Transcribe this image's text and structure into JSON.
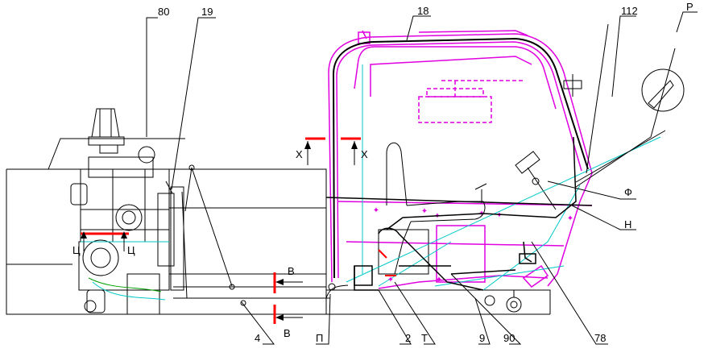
{
  "callouts": {
    "c80": "80",
    "c19": "19",
    "c18": "18",
    "c112": "112",
    "cP": "Р",
    "cPhi": "Ф",
    "cH": "Н",
    "cB_top": "В",
    "cB_bottom": "В",
    "cX_left": "Х",
    "cX_right": "Х",
    "cTs_left": "Ц",
    "cTs_right": "Ц",
    "c4": "4",
    "cPi": "П",
    "c2": "2",
    "cT": "Т",
    "c9": "9",
    "c90": "90",
    "c78": "78"
  },
  "colors": {
    "outline": "#000000",
    "cab": "#e000e0",
    "section_mark": "#ff0000",
    "hydraulic": "#00c8c8",
    "engine_green": "#00a000"
  }
}
